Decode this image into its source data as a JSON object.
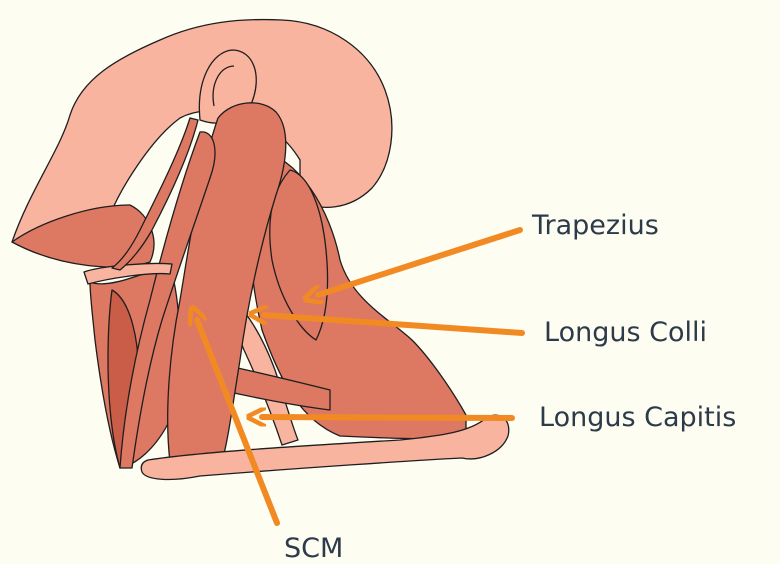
{
  "labels": {
    "trapezius": "Trapezius",
    "longus_colli": "Longus Colli",
    "longus_capitis": "Longus Capitis",
    "scm": "SCM"
  },
  "colors": {
    "background": "#fdfdf2",
    "skin": "#f9b4a0",
    "muscle": "#dd7863",
    "muscle_dark": "#c95d48",
    "outline": "#1e1e1e",
    "arrow": "#f28a24",
    "text": "#2c3a4a"
  }
}
